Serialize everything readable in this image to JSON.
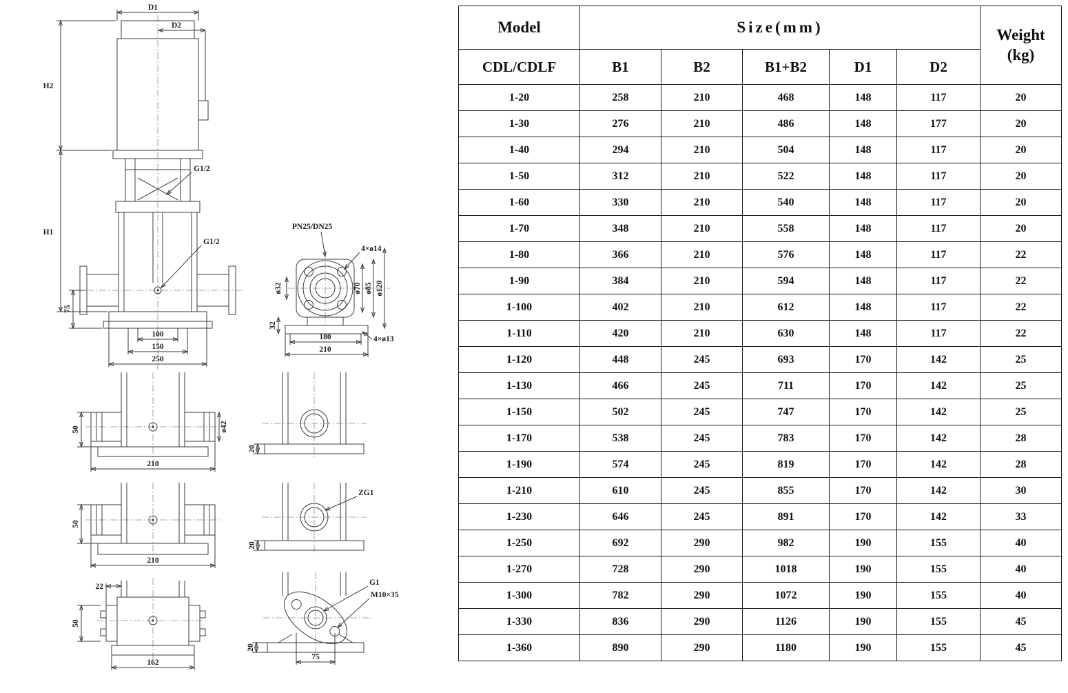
{
  "table": {
    "columns": [
      "model",
      "b1",
      "b2",
      "b1-plus-b2",
      "d1",
      "d2",
      "weight"
    ],
    "header": {
      "model": "Model",
      "model_series": "CDL/CDLF",
      "size": "Size(mm)",
      "size_cols": [
        "B1",
        "B2",
        "B1+B2",
        "D1",
        "D2"
      ],
      "weight": "Weight",
      "weight_unit": "(kg)"
    },
    "rows": [
      [
        "1-20",
        "258",
        "210",
        "468",
        "148",
        "117",
        "20"
      ],
      [
        "1-30",
        "276",
        "210",
        "486",
        "148",
        "177",
        "20"
      ],
      [
        "1-40",
        "294",
        "210",
        "504",
        "148",
        "117",
        "20"
      ],
      [
        "1-50",
        "312",
        "210",
        "522",
        "148",
        "117",
        "20"
      ],
      [
        "1-60",
        "330",
        "210",
        "540",
        "148",
        "117",
        "20"
      ],
      [
        "1-70",
        "348",
        "210",
        "558",
        "148",
        "117",
        "20"
      ],
      [
        "1-80",
        "366",
        "210",
        "576",
        "148",
        "117",
        "22"
      ],
      [
        "1-90",
        "384",
        "210",
        "594",
        "148",
        "117",
        "22"
      ],
      [
        "1-100",
        "402",
        "210",
        "612",
        "148",
        "117",
        "22"
      ],
      [
        "1-110",
        "420",
        "210",
        "630",
        "148",
        "117",
        "22"
      ],
      [
        "1-120",
        "448",
        "245",
        "693",
        "170",
        "142",
        "25"
      ],
      [
        "1-130",
        "466",
        "245",
        "711",
        "170",
        "142",
        "25"
      ],
      [
        "1-150",
        "502",
        "245",
        "747",
        "170",
        "142",
        "25"
      ],
      [
        "1-170",
        "538",
        "245",
        "783",
        "170",
        "142",
        "28"
      ],
      [
        "1-190",
        "574",
        "245",
        "819",
        "170",
        "142",
        "28"
      ],
      [
        "1-210",
        "610",
        "245",
        "855",
        "170",
        "142",
        "30"
      ],
      [
        "1-230",
        "646",
        "245",
        "891",
        "170",
        "142",
        "33"
      ],
      [
        "1-250",
        "692",
        "290",
        "982",
        "190",
        "155",
        "40"
      ],
      [
        "1-270",
        "728",
        "290",
        "1018",
        "190",
        "155",
        "40"
      ],
      [
        "1-300",
        "782",
        "290",
        "1072",
        "190",
        "155",
        "40"
      ],
      [
        "1-330",
        "836",
        "290",
        "1126",
        "190",
        "155",
        "45"
      ],
      [
        "1-360",
        "890",
        "290",
        "1180",
        "190",
        "155",
        "45"
      ]
    ]
  },
  "drawings": {
    "front_view": {
      "dim_d1": "D1",
      "dim_d2": "D2",
      "dim_h2": "H2",
      "dim_h1": "H1",
      "port_top": "G1/2",
      "port_mid": "G1/2",
      "dim_75": "75",
      "dim_100": "100",
      "dim_150": "150",
      "dim_250": "250"
    },
    "flange_view": {
      "rating": "PN25/DN25",
      "bolt_holes": "4×ø14",
      "dia_32": "ø32",
      "dia_70": "ø70",
      "dia_85": "ø85",
      "dia_120": "ø120",
      "dim_32": "32",
      "dim_180": "180",
      "dim_210": "210",
      "base_holes": "4×ø13"
    },
    "bracket_view_a": {
      "dim_50": "50",
      "dim_210": "210",
      "dia_42": "ø42"
    },
    "side_view_a": {
      "dim_20": "20"
    },
    "bracket_view_b": {
      "dim_50": "50",
      "dim_210": "210"
    },
    "side_view_b": {
      "port": "ZG1",
      "dim_20": "20"
    },
    "bottom_view": {
      "dim_22": "22",
      "dim_50": "50",
      "dim_162": "162"
    },
    "oval_flange_view": {
      "port": "G1",
      "bolt_spec": "M10×35",
      "dim_20": "20",
      "dim_75": "75"
    }
  }
}
